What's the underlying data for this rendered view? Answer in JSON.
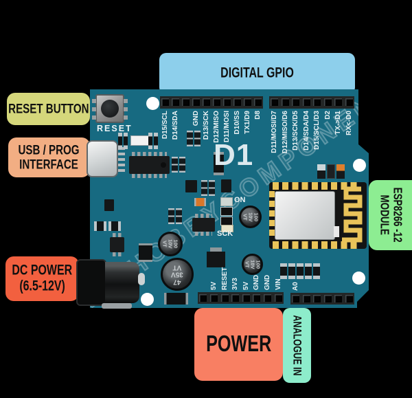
{
  "background_color": "#000000",
  "watermark": "WWW.HOBBYCOMPONENTS.COM",
  "callouts": {
    "digital_gpio": "DIGITAL GPIO",
    "reset_button": "RESET BUTTON",
    "usb_line1": "USB / PROG",
    "usb_line2": "INTERFACE",
    "dc_line1": "DC POWER",
    "dc_line2": "(6.5-12V)",
    "power": "POWER",
    "analogue_in": "ANALOGUE IN",
    "esp_line1": "ESP8266 -12",
    "esp_line2": "MODULE",
    "colors": {
      "digital_gpio": "#8dcfeb",
      "reset_button": "#d5d77b",
      "usb": "#f2ae83",
      "dc": "#f2603f",
      "power": "#f87f63",
      "analogue_in": "#8deccb",
      "esp": "#8ded92"
    }
  },
  "board": {
    "color": "#176a81",
    "title": "D1",
    "reset_silk": "RESET",
    "on_silk": "ON",
    "sck_silk": "SCK",
    "cap100": [
      "100",
      "10V",
      "VT"
    ],
    "cap47": [
      "47",
      "35V",
      "VT"
    ]
  },
  "headers": {
    "top_left": [
      "D15/SCL",
      "D14/SDA",
      "",
      "GND",
      "D13/SCK",
      "D12/MISO",
      "D11/MOSI",
      "D10/SS",
      "TX1/D9",
      "D8"
    ],
    "top_right": [
      "D11/MOSI/D7",
      "D12/MISO/D6",
      "D13/SCK/D5",
      "D14/SDA/D4",
      "D15/SCL/D3",
      "D2",
      "TX->D1",
      "RX<-D0"
    ],
    "bottom_power": [
      "",
      "5V",
      "RESET",
      "3V3",
      "5V",
      "GND",
      "GND",
      "VIN"
    ],
    "bottom_analog": [
      "A0",
      "",
      "",
      "",
      "",
      ""
    ]
  }
}
